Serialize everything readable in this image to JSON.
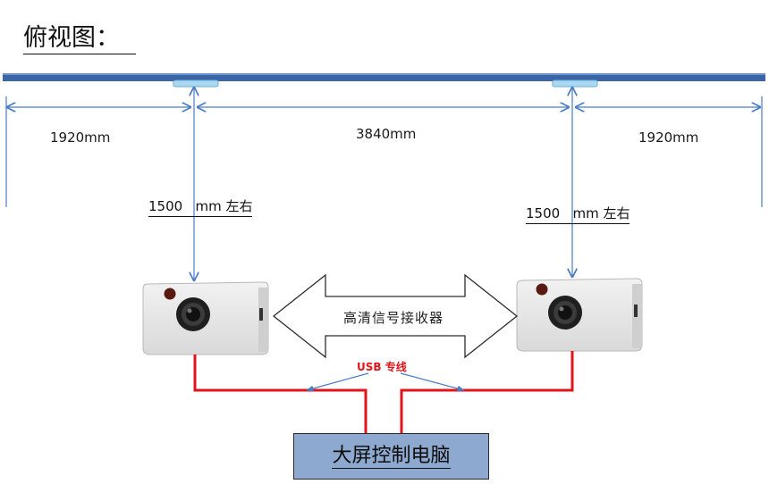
{
  "title": "俯视图：",
  "dimensions": {
    "left_span": "1920mm",
    "middle_span": "3840mm",
    "right_span": "1920mm"
  },
  "distance_labels": {
    "left": "1500   mm 左右",
    "right": "1500   mm 左右"
  },
  "receiver_label": "高清信号接收器",
  "usb_label": "USB 专线",
  "pc_label": "大屏控制电脑",
  "colors": {
    "wall": "#3a66a8",
    "sensor": "#a9d8f0",
    "dimension_line": "#4a7cc4",
    "usb_wire": "#e0141a",
    "pc_box": "#8ea9cf"
  }
}
